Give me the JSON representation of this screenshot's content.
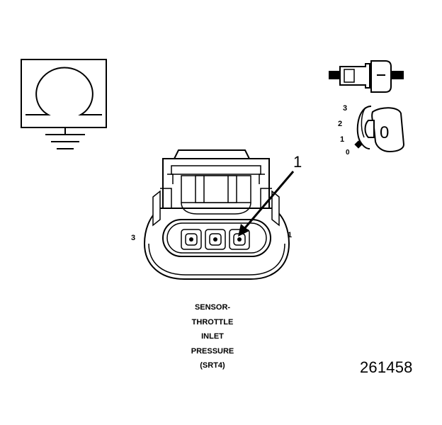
{
  "callout": {
    "number": "1"
  },
  "connector": {
    "pin_left": "3",
    "pin_right": "1"
  },
  "view_indicator": {
    "positions": [
      "3",
      "2",
      "1",
      "0"
    ],
    "current": "0"
  },
  "caption": {
    "lines": [
      "SENSOR-",
      "THROTTLE",
      "INLET",
      "PRESSURE",
      "(SRT4)"
    ]
  },
  "figure_number": "261458",
  "colors": {
    "ink": "#000000",
    "paper": "#ffffff"
  }
}
